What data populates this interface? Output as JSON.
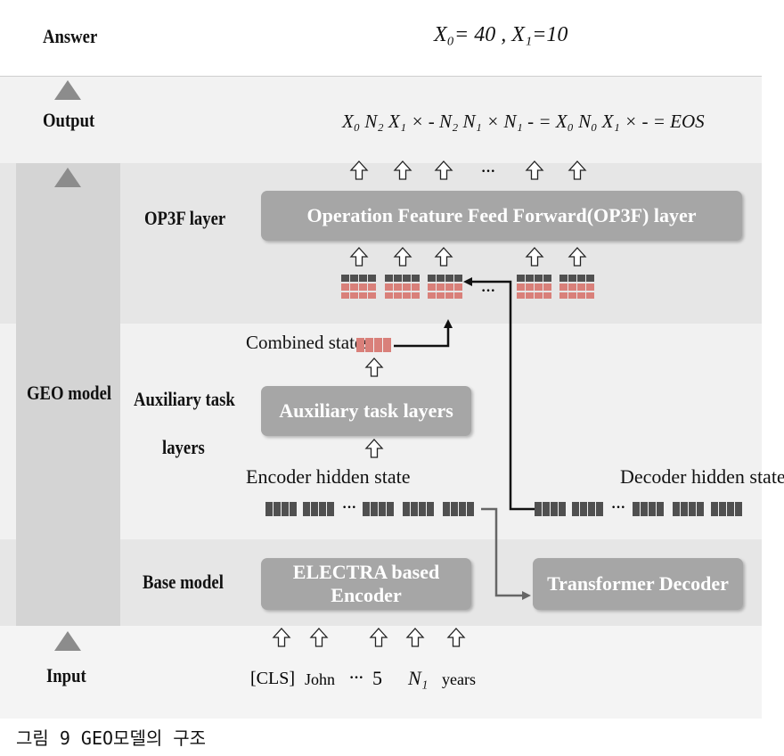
{
  "rows": {
    "answer": "Answer",
    "output": "Output",
    "op3f": "OP3F layer",
    "aux_line1": "Auxiliary task",
    "aux_line2": "layers",
    "base": "Base model",
    "input": "Input",
    "geo": "GEO model"
  },
  "answer_formula": "X₀= 40 , X₁=10",
  "output_formula": "X₀ N₂ X₁ × - N₂ N₁ × N₁ - = X₀ N₀ X₁ × - = EOS",
  "boxes": {
    "op3f": "Operation Feature Feed Forward(OP3F) layer",
    "aux": "Auxiliary task layers",
    "encoder": "ELECTRA based Encoder",
    "decoder": "Transformer Decoder"
  },
  "labels": {
    "combined_states": "Combined states",
    "encoder_hidden": "Encoder hidden state",
    "decoder_hidden": "Decoder hidden state",
    "ellipsis": "···"
  },
  "input_tokens": [
    "[CLS]",
    "John",
    "···",
    "5",
    "N₁",
    "years"
  ],
  "caption": "그림 9 GEO모델의 구조",
  "colors": {
    "band_light": "#eeeeee",
    "band_mid": "#e4e4e4",
    "geo_panel": "#d6d6d6",
    "box_gray": "#a6a6a6",
    "cell_dark": "#505050",
    "cell_red": "#d9807a",
    "triangle": "#8c8c8c"
  }
}
